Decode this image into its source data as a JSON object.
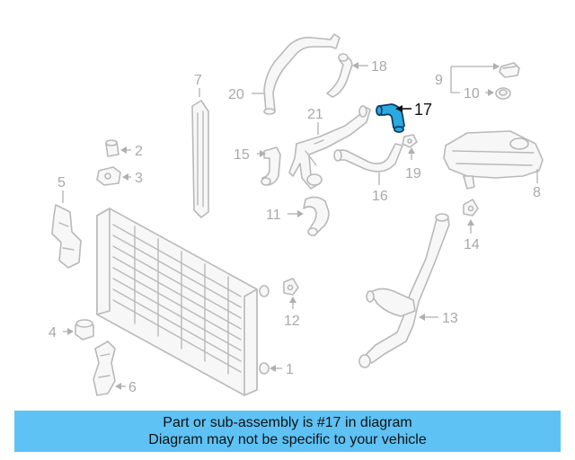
{
  "callouts": {
    "c1": "1",
    "c2": "2",
    "c3": "3",
    "c4": "4",
    "c5": "5",
    "c6": "6",
    "c7": "7",
    "c8": "8",
    "c9": "9",
    "c10": "10",
    "c11": "11",
    "c12": "12",
    "c13": "13",
    "c14": "14",
    "c15": "15",
    "c16": "16",
    "c17": "17",
    "c18": "18",
    "c19": "19",
    "c20": "20",
    "c21": "21"
  },
  "highlighted_part": "17",
  "banner": {
    "line1": "Part or sub-assembly is #17 in diagram",
    "line2": "Diagram may not be specific to your vehicle",
    "background": "#5ec2f5"
  },
  "colors": {
    "highlight_fill": "#2ba9e1",
    "part_stroke": "#b9b9b9"
  }
}
